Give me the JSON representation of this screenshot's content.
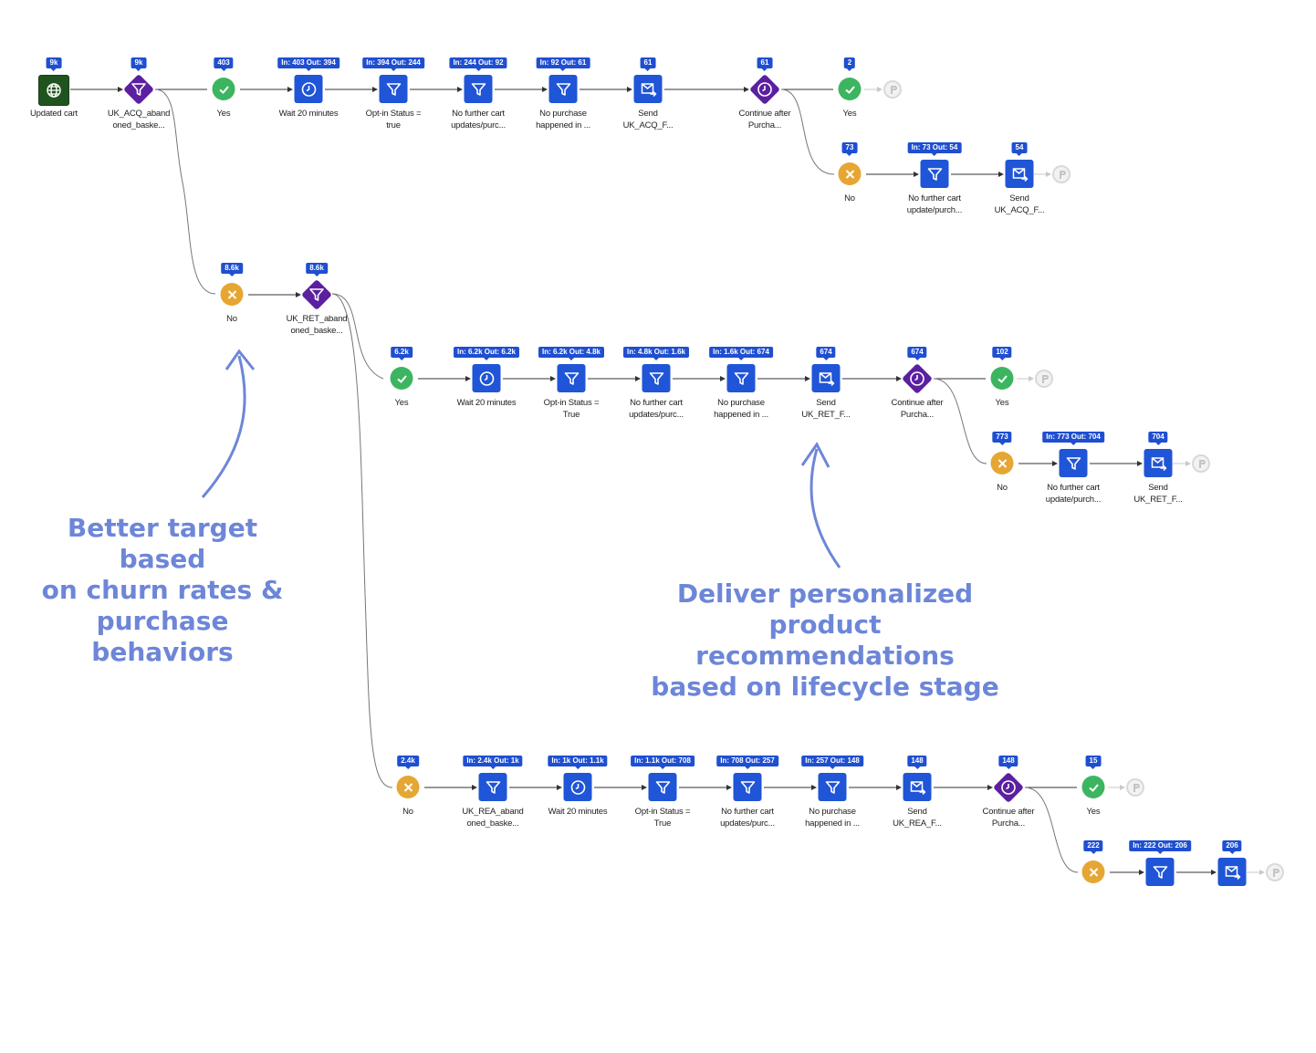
{
  "colors": {
    "badge": "#1f4fd1",
    "action": "#1f55d6",
    "decision": "#5b1fa0",
    "yes": "#3db560",
    "no": "#e6a634",
    "entry": "#20541f",
    "annotation": "#6d86d8"
  },
  "nodes": {
    "r0_updated_cart": {
      "type": "entry",
      "icon": "globe-icon",
      "badge": "9k",
      "label": "Updated cart"
    },
    "r0_acq_filter": {
      "type": "decision",
      "icon": "filter-icon",
      "badge": "9k",
      "label": "UK_ACQ_aband\noned_baske..."
    },
    "r0_yes": {
      "type": "yes",
      "icon": "check-icon",
      "badge": "403",
      "label": "Yes"
    },
    "r0_wait": {
      "type": "action",
      "icon": "clock-icon",
      "badge": "In: 403 Out: 394",
      "label": "Wait 20 minutes"
    },
    "r0_optin": {
      "type": "action",
      "icon": "filter-icon",
      "badge": "In: 394 Out: 244",
      "label": "Opt-in Status =\ntrue"
    },
    "r0_nofurther": {
      "type": "action",
      "icon": "filter-icon",
      "badge": "In: 244 Out: 92",
      "label": "No further cart\nupdates/purc..."
    },
    "r0_nopurchase": {
      "type": "action",
      "icon": "filter-icon",
      "badge": "In: 92 Out: 61",
      "label": "No purchase\nhappened in ..."
    },
    "r0_send": {
      "type": "action",
      "icon": "send-email-icon",
      "badge": "61",
      "label": "Send\nUK_ACQ_F..."
    },
    "r0_continue": {
      "type": "decision",
      "icon": "clock-icon",
      "badge": "61",
      "label": "Continue after\nPurcha..."
    },
    "r0_yes2": {
      "type": "yes",
      "icon": "check-icon",
      "badge": "2",
      "label": "Yes"
    },
    "r0b_no": {
      "type": "no",
      "icon": "x-icon",
      "badge": "73",
      "label": "No"
    },
    "r0b_nofurther": {
      "type": "action",
      "icon": "filter-icon",
      "badge": "In: 73 Out: 54",
      "label": "No further cart\nupdate/purch..."
    },
    "r0b_send": {
      "type": "action",
      "icon": "send-email-icon",
      "badge": "54",
      "label": "Send\nUK_ACQ_F..."
    },
    "r1_no": {
      "type": "no",
      "icon": "x-icon",
      "badge": "8.6k",
      "label": "No"
    },
    "r1_ret_filter": {
      "type": "decision",
      "icon": "filter-icon",
      "badge": "8.6k",
      "label": "UK_RET_aband\noned_baske..."
    },
    "r2_yes": {
      "type": "yes",
      "icon": "check-icon",
      "badge": "6.2k",
      "label": "Yes"
    },
    "r2_wait": {
      "type": "action",
      "icon": "clock-icon",
      "badge": "In: 6.2k Out: 6.2k",
      "label": "Wait 20 minutes"
    },
    "r2_optin": {
      "type": "action",
      "icon": "filter-icon",
      "badge": "In: 6.2k Out: 4.8k",
      "label": "Opt-in Status =\nTrue"
    },
    "r2_nofurther": {
      "type": "action",
      "icon": "filter-icon",
      "badge": "In: 4.8k Out: 1.6k",
      "label": "No further cart\nupdates/purc..."
    },
    "r2_nopurchase": {
      "type": "action",
      "icon": "filter-icon",
      "badge": "In: 1.6k Out: 674",
      "label": "No purchase\nhappened in ..."
    },
    "r2_send": {
      "type": "action",
      "icon": "send-email-icon",
      "badge": "674",
      "label": "Send\nUK_RET_F..."
    },
    "r2_continue": {
      "type": "decision",
      "icon": "clock-icon",
      "badge": "674",
      "label": "Continue after\nPurcha..."
    },
    "r2_yes2": {
      "type": "yes",
      "icon": "check-icon",
      "badge": "102",
      "label": "Yes"
    },
    "r2b_no": {
      "type": "no",
      "icon": "x-icon",
      "badge": "773",
      "label": "No"
    },
    "r2b_nofurther": {
      "type": "action",
      "icon": "filter-icon",
      "badge": "In: 773 Out: 704",
      "label": "No further cart\nupdate/purch..."
    },
    "r2b_send": {
      "type": "action",
      "icon": "send-email-icon",
      "badge": "704",
      "label": "Send\nUK_RET_F..."
    },
    "r3_no": {
      "type": "no",
      "icon": "x-icon",
      "badge": "2.4k",
      "label": "No"
    },
    "r3_rea_filter": {
      "type": "action",
      "icon": "filter-icon",
      "badge": "In: 2.4k Out: 1k",
      "label": "UK_REA_aband\noned_baske..."
    },
    "r3_wait": {
      "type": "action",
      "icon": "clock-icon",
      "badge": "In: 1k Out: 1.1k",
      "label": "Wait 20 minutes"
    },
    "r3_optin": {
      "type": "action",
      "icon": "filter-icon",
      "badge": "In: 1.1k Out: 708",
      "label": "Opt-in Status =\nTrue"
    },
    "r3_nofurther": {
      "type": "action",
      "icon": "filter-icon",
      "badge": "In: 708 Out: 257",
      "label": "No further cart\nupdates/purc..."
    },
    "r3_nopurchase": {
      "type": "action",
      "icon": "filter-icon",
      "badge": "In: 257 Out: 148",
      "label": "No purchase\nhappened in ..."
    },
    "r3_send": {
      "type": "action",
      "icon": "send-email-icon",
      "badge": "148",
      "label": "Send\nUK_REA_F..."
    },
    "r3_continue": {
      "type": "decision",
      "icon": "clock-icon",
      "badge": "148",
      "label": "Continue after\nPurcha..."
    },
    "r3_yes2": {
      "type": "yes",
      "icon": "check-icon",
      "badge": "15",
      "label": "Yes"
    },
    "r3b_no": {
      "type": "no",
      "icon": "x-icon",
      "badge": "222",
      "label": ""
    },
    "r3b_filter": {
      "type": "action",
      "icon": "filter-icon",
      "badge": "In: 222 Out: 206",
      "label": ""
    },
    "r3b_send": {
      "type": "action",
      "icon": "send-email-icon",
      "badge": "206",
      "label": ""
    }
  },
  "annotations": {
    "left": "Better target based\non churn rates &\npurchase behaviors",
    "right": "Deliver personalized\nproduct recommendations\nbased on lifecycle stage"
  }
}
